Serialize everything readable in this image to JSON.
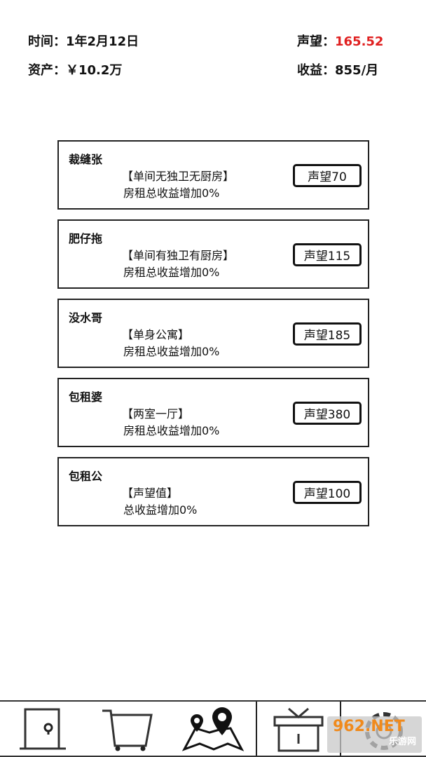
{
  "stats": {
    "time_label": "时间：",
    "time_value": "1年2月12日",
    "rep_label": "声望：",
    "rep_value": "165.52",
    "assets_label": "资产：",
    "assets_value": "￥10.2万",
    "income_label": "收益：",
    "income_value": "855/月"
  },
  "cards": [
    {
      "name": "裁缝张",
      "room": "【单间无独卫无厨房】",
      "desc": "房租总收益增加0%",
      "button": "声望70"
    },
    {
      "name": "肥仔拖",
      "room": "【单间有独卫有厨房】",
      "desc": "房租总收益增加0%",
      "button": "声望115"
    },
    {
      "name": "没水哥",
      "room": "【单身公寓】",
      "desc": "房租总收益增加0%",
      "button": "声望185"
    },
    {
      "name": "包租婆",
      "room": "【两室一厅】",
      "desc": "房租总收益增加0%",
      "button": "声望380"
    },
    {
      "name": "包租公",
      "room": "【声望值】",
      "desc": "总收益增加0%",
      "button": "声望100"
    }
  ],
  "nav": [
    "door-icon",
    "cart-icon",
    "map-icon",
    "gift-icon",
    "settings-icon"
  ],
  "watermark": {
    "brand": "962.NET",
    "sub": "乐游网"
  },
  "colors": {
    "accent": "#e02020"
  }
}
